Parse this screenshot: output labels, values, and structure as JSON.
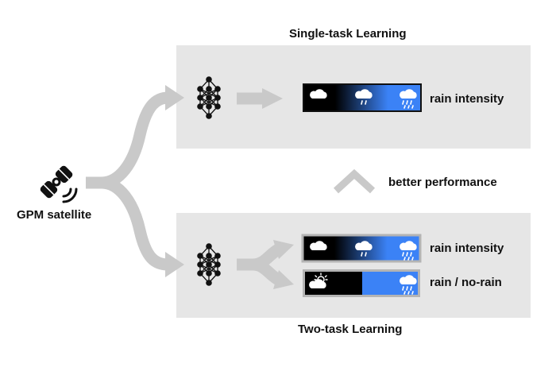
{
  "diagram": {
    "titles": {
      "single_task": "Single-task Learning",
      "two_task": "Two-task Learning"
    },
    "source_label": "GPM satellite",
    "comparison_label": "better performance",
    "outputs": {
      "single_rain_intensity": "rain intensity",
      "two_rain_intensity": "rain intensity",
      "two_rain_no_rain": "rain / no-rain"
    },
    "icons": {
      "satellite": "satellite-icon",
      "network": "neural-network-icon",
      "cloud": "cloud-icon",
      "light_rain": "light-rain-cloud-icon",
      "heavy_rain": "heavy-rain-cloud-icon",
      "sun_cloud": "sun-behind-cloud-icon",
      "chevron": "chevron-up-icon"
    },
    "colors": {
      "panel": "#e6e6e6",
      "arrow": "#c9c9c9",
      "bar_dark": "#000000",
      "bar_blue": "#3b82f6"
    }
  }
}
